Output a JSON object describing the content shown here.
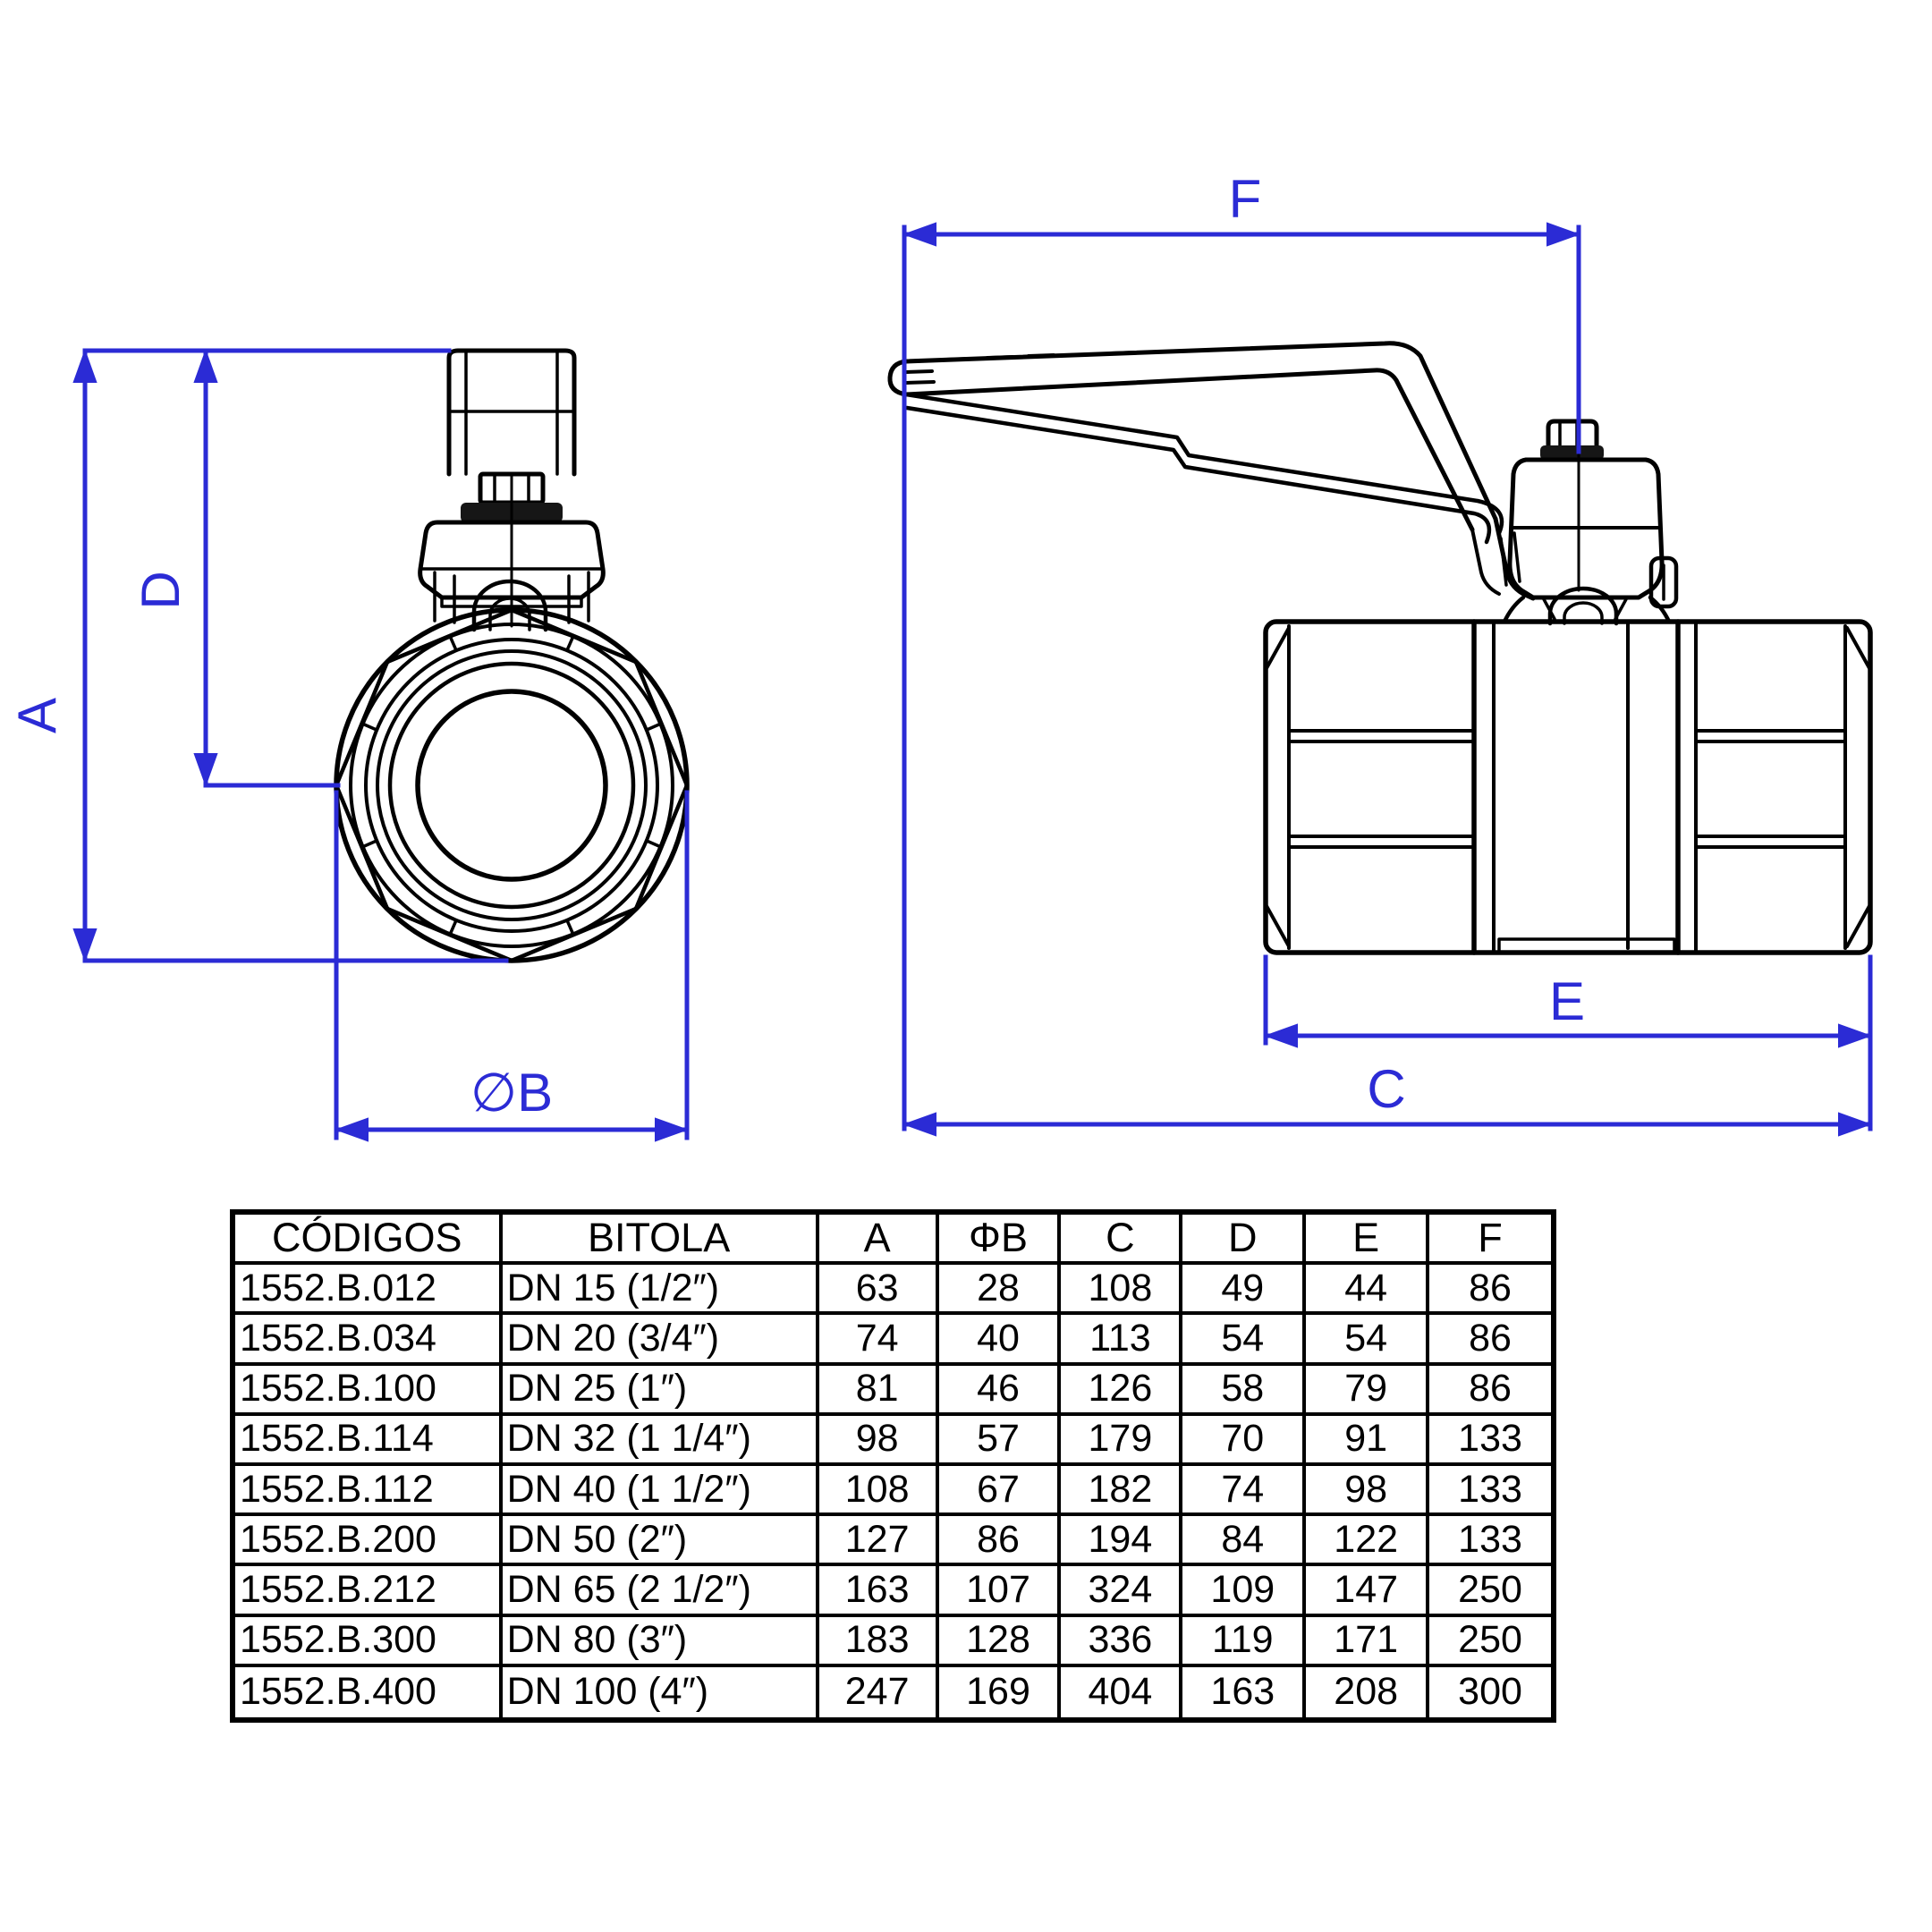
{
  "drawing": {
    "dimension_color": "#2b2bd5",
    "line_color": "#000000",
    "front_view_labels": {
      "a": "A",
      "d": "D",
      "b": "∅B"
    },
    "side_view_labels": {
      "f": "F",
      "e": "E",
      "c": "C"
    }
  },
  "table": {
    "headers": [
      "CÓDIGOS",
      "BITOLA",
      "A",
      "ΦB",
      "C",
      "D",
      "E",
      "F"
    ],
    "rows": [
      {
        "codigos": "1552.B.012",
        "bitola": "DN 15 (1/2″)",
        "a": "63",
        "b": "28",
        "c": "108",
        "d": "49",
        "e": "44",
        "f": "86"
      },
      {
        "codigos": "1552.B.034",
        "bitola": "DN 20 (3/4″)",
        "a": "74",
        "b": "40",
        "c": "113",
        "d": "54",
        "e": "54",
        "f": "86"
      },
      {
        "codigos": "1552.B.100",
        "bitola": "DN 25 (1″)",
        "a": "81",
        "b": "46",
        "c": "126",
        "d": "58",
        "e": "79",
        "f": "86"
      },
      {
        "codigos": "1552.B.114",
        "bitola": "DN 32 (1 1/4″)",
        "a": "98",
        "b": "57",
        "c": "179",
        "d": "70",
        "e": "91",
        "f": "133"
      },
      {
        "codigos": "1552.B.112",
        "bitola": "DN 40 (1 1/2″)",
        "a": "108",
        "b": "67",
        "c": "182",
        "d": "74",
        "e": "98",
        "f": "133"
      },
      {
        "codigos": "1552.B.200",
        "bitola": "DN 50 (2″)",
        "a": "127",
        "b": "86",
        "c": "194",
        "d": "84",
        "e": "122",
        "f": "133"
      },
      {
        "codigos": "1552.B.212",
        "bitola": "DN 65 (2 1/2″)",
        "a": "163",
        "b": "107",
        "c": "324",
        "d": "109",
        "e": "147",
        "f": "250"
      },
      {
        "codigos": "1552.B.300",
        "bitola": "DN 80 (3″)",
        "a": "183",
        "b": "128",
        "c": "336",
        "d": "119",
        "e": "171",
        "f": "250"
      },
      {
        "codigos": "1552.B.400",
        "bitola": "DN 100 (4″)",
        "a": "247",
        "b": "169",
        "c": "404",
        "d": "163",
        "e": "208",
        "f": "300"
      }
    ]
  }
}
